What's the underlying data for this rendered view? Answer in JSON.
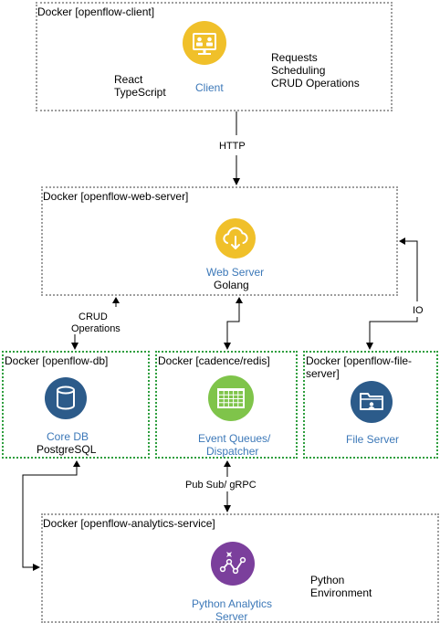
{
  "containers": {
    "client": "Docker [openflow-client]",
    "web_server": "Docker [openflow-web-server]",
    "db": "Docker [openflow-db]",
    "cadence": "Docker [cadence/redis]",
    "file_server_line1": "Docker [openflow-file-",
    "file_server_line2": "server]",
    "analytics": "Docker [openflow-analytics-service]"
  },
  "nodes": {
    "client": {
      "name": "Client",
      "tech_1": "React",
      "tech_2": "TypeScript",
      "notes": [
        "Requests",
        "Scheduling",
        "CRUD Operations"
      ]
    },
    "web_server": {
      "name": "Web Server",
      "tech": "Golang"
    },
    "core_db": {
      "name": "Core DB",
      "tech": "PostgreSQL"
    },
    "event_queues": {
      "name_line1": "Event Queues/",
      "name_line2": "Dispatcher"
    },
    "file_server": {
      "name": "File Server"
    },
    "analytics": {
      "name_line1": "Python Analytics",
      "name_line2": "Server",
      "env_line1": "Python",
      "env_line2": "Environment"
    }
  },
  "edges": {
    "http": "HTTP",
    "crud_line1": "CRUD",
    "crud_line2": "Operations",
    "io": "IO",
    "pubsub": "Pub Sub/ gRPC"
  },
  "colors": {
    "yellow": "#f0c02a",
    "navy": "#2c5b8a",
    "green": "#7fc44a",
    "purple": "#7b3f9c",
    "label_blue": "#3c78b8",
    "gray_border": "#9e9e9e",
    "green_border": "#2e9e3e"
  }
}
